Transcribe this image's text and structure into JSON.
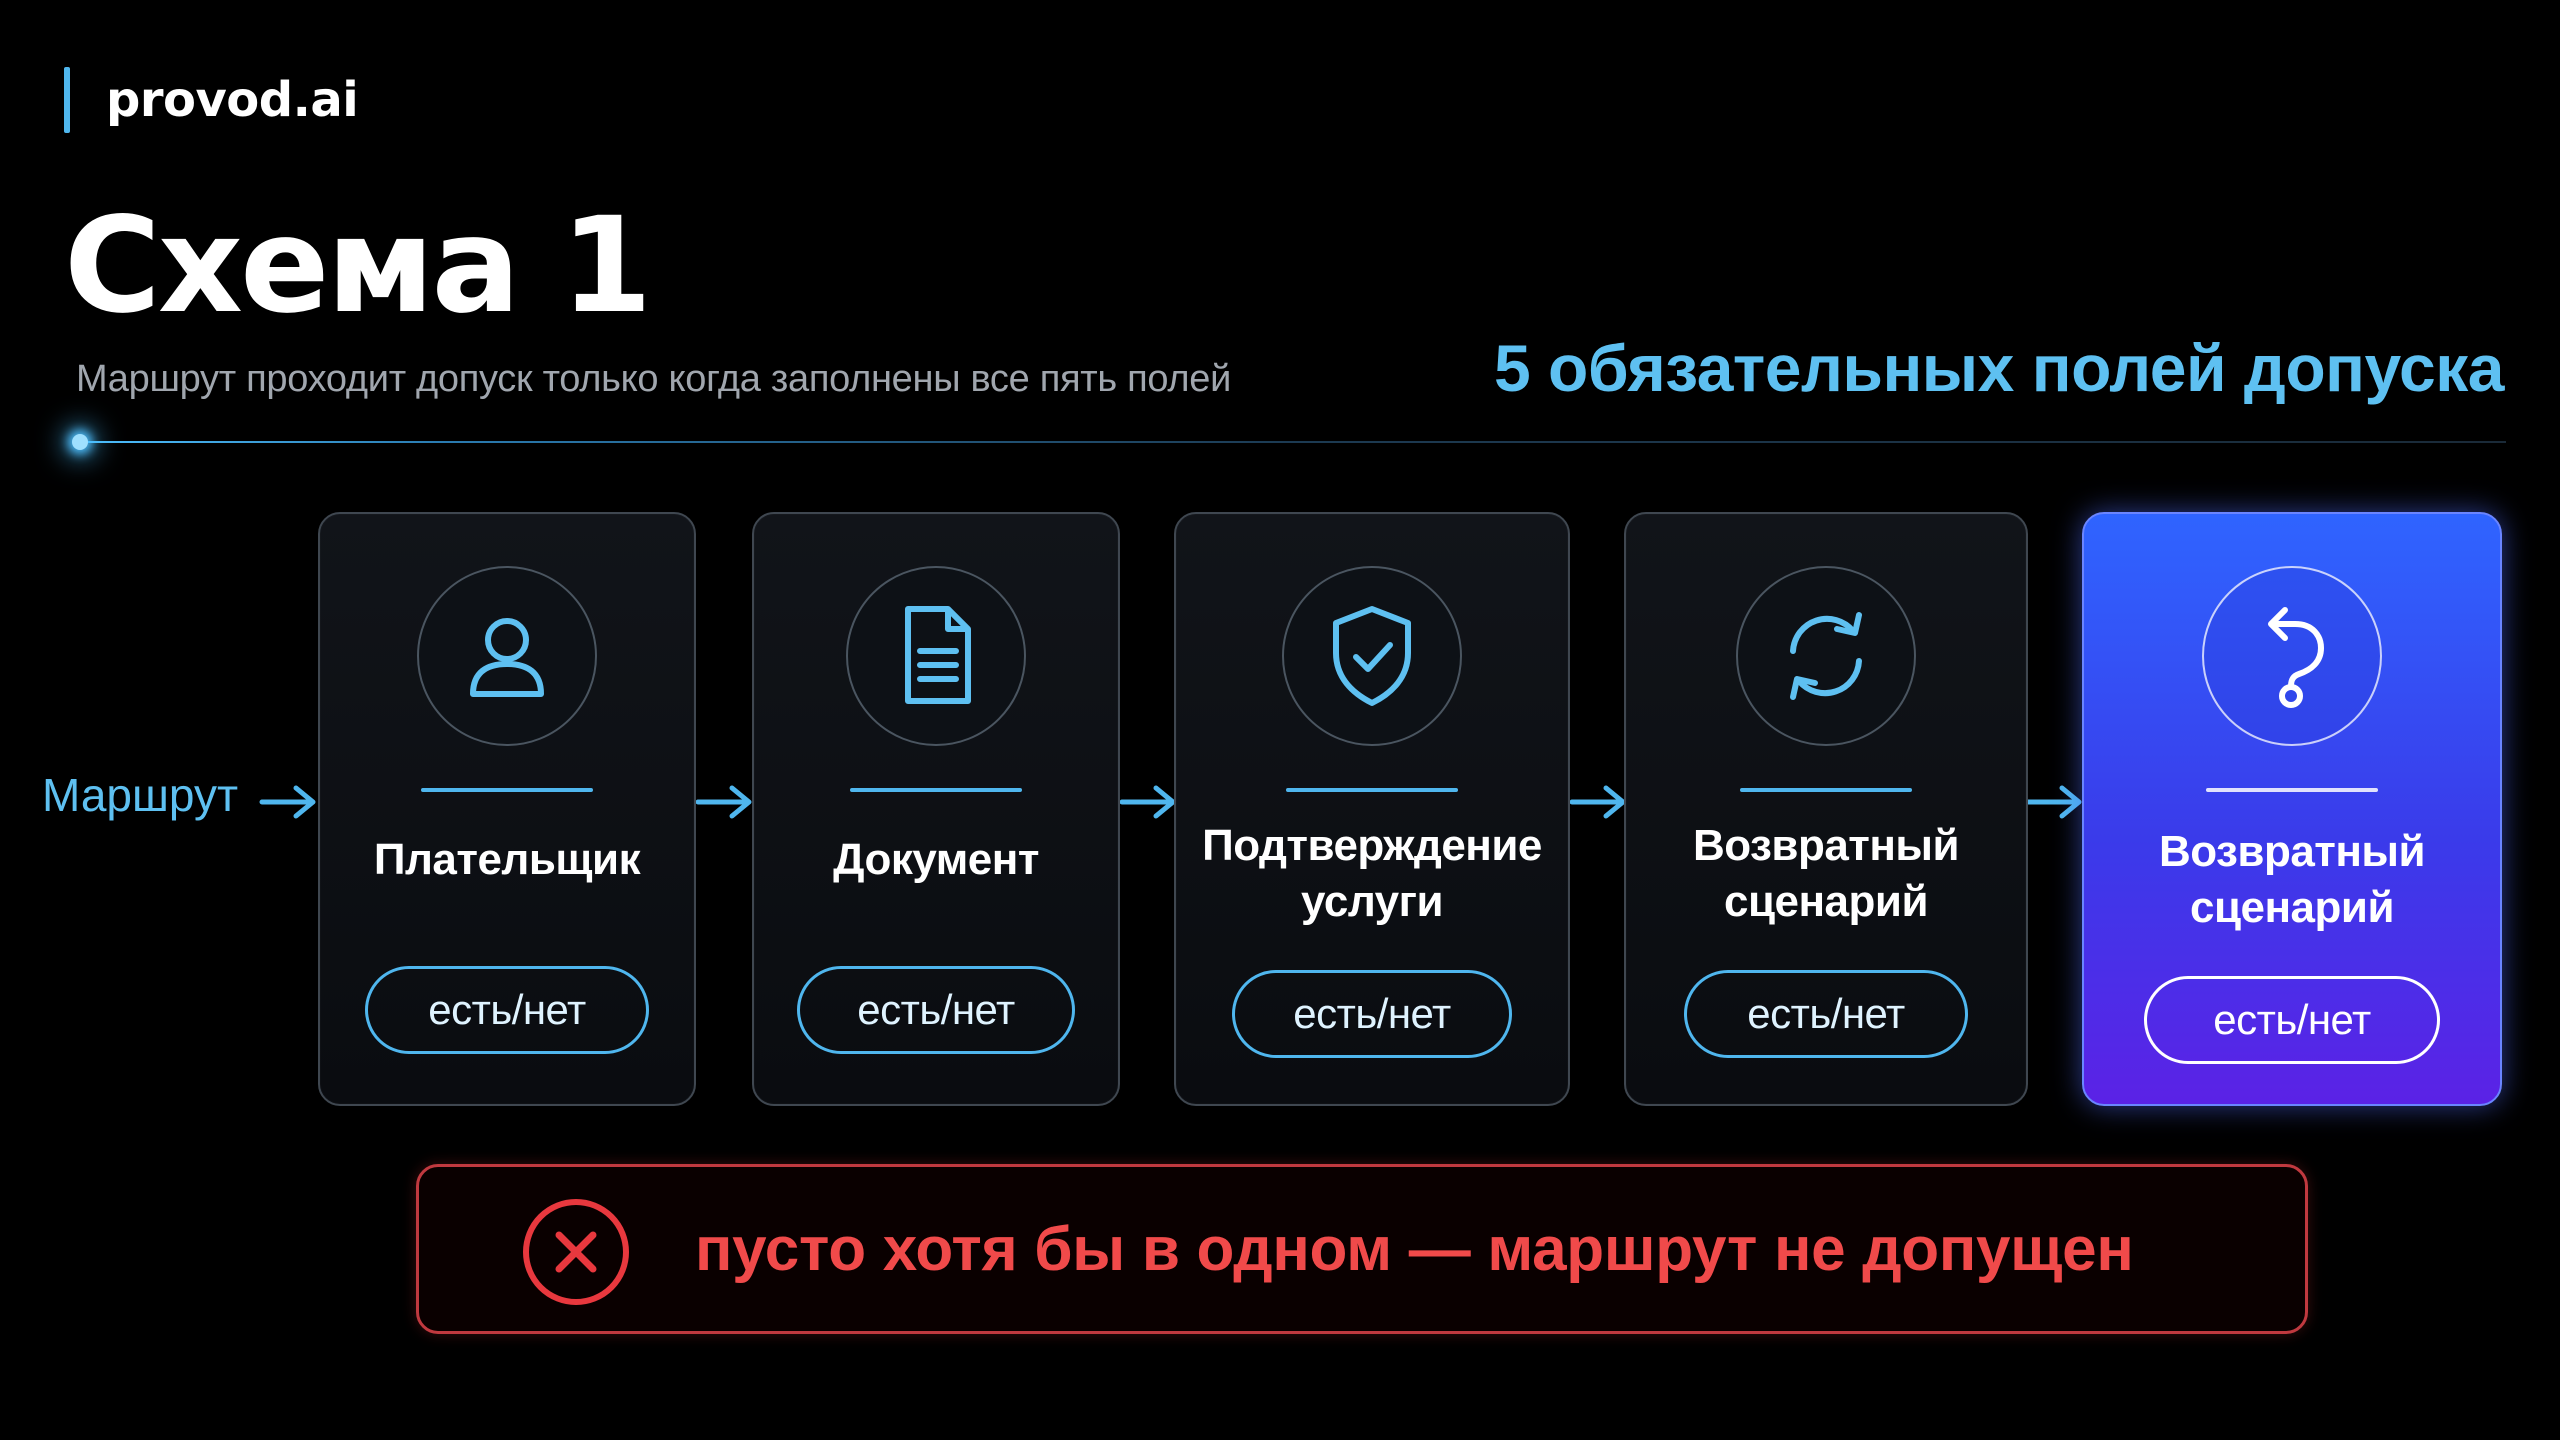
{
  "brand": {
    "name": "provod.ai"
  },
  "header": {
    "title": "Схема 1",
    "subtitle": "Маршрут проходит допуск только когда заполнены все пять полей",
    "right_heading": "5 обязательных полей допуска"
  },
  "flow": {
    "start_label": "Маршрут",
    "cards": [
      {
        "icon": "user-icon",
        "label_line1": "Плательщик",
        "label_line2": "",
        "status": "есть/нет",
        "highlighted": false
      },
      {
        "icon": "document-icon",
        "label_line1": "Документ",
        "label_line2": "",
        "status": "есть/нет",
        "highlighted": false
      },
      {
        "icon": "shield-check-icon",
        "label_line1": "Подтверждение",
        "label_line2": "услуги",
        "status": "есть/нет",
        "highlighted": false
      },
      {
        "icon": "refresh-cycle-icon",
        "label_line1": "Возвратный",
        "label_line2": "сценарий",
        "status": "есть/нет",
        "highlighted": false
      },
      {
        "icon": "return-arrow-icon",
        "label_line1": "Возвратный",
        "label_line2": "сценарий",
        "status": "есть/нет",
        "highlighted": true
      }
    ]
  },
  "warning": {
    "icon": "close-circle-icon",
    "text": "пусто хотя бы в одном — маршрут не допущен"
  },
  "colors": {
    "background": "#000000",
    "accent": "#4fb6ee",
    "highlight_card_start": "#2f64ff",
    "highlight_card_end": "#5b22e6",
    "error": "#f04a4a"
  }
}
